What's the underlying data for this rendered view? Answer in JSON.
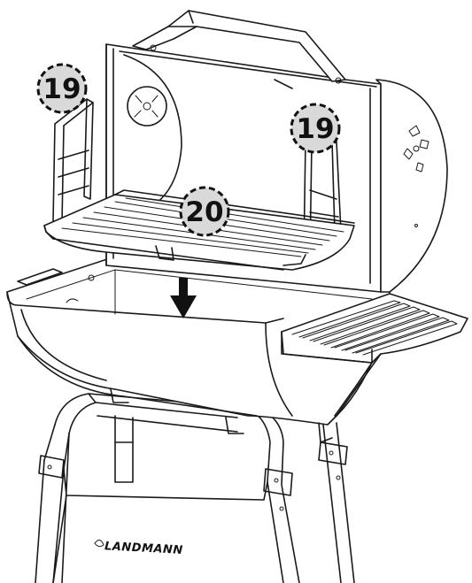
{
  "callouts": {
    "left_rack": "19",
    "right_rack": "19",
    "grill_grate": "20"
  },
  "brand": {
    "logo_text": "LANDMANN"
  },
  "colors": {
    "line": "#1a1a1a",
    "callout_fill": "#d9d9d9",
    "background": "#ffffff"
  }
}
